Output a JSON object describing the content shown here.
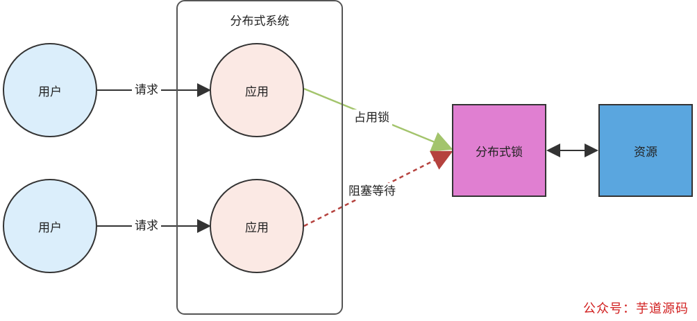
{
  "container": {
    "title": "分布式系统"
  },
  "users": [
    {
      "label": "用户"
    },
    {
      "label": "用户"
    }
  ],
  "requests": [
    {
      "label": "请求"
    },
    {
      "label": "请求"
    }
  ],
  "apps": [
    {
      "label": "应用"
    },
    {
      "label": "应用"
    }
  ],
  "lock": {
    "label": "分布式锁"
  },
  "resource": {
    "label": "资源"
  },
  "edges": {
    "acquire_label": "占用锁",
    "blocked_label": "阻塞等待"
  },
  "colors": {
    "user_fill": "#dbeefb",
    "app_fill": "#fbe9e4",
    "lock_fill": "#e07fd1",
    "resource_fill": "#5aa6df",
    "acquire_edge": "#a3c46c",
    "blocked_edge": "#b5423e"
  },
  "watermark": {
    "text": "公众号：芋道源码"
  }
}
